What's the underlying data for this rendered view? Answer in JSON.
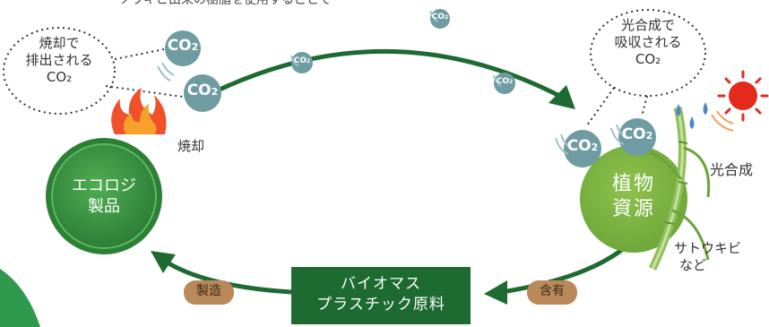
{
  "top_caption": "ソウキビ由来の樹脂を使用することで",
  "co2_mark": "CO",
  "co2_sub": "2",
  "burn_bubble": {
    "line1": "焼却で",
    "line2": "排出される",
    "line3": "CO₂"
  },
  "absorb_bubble": {
    "line1": "光合成で",
    "line2": "吸収される",
    "line3": "CO₂"
  },
  "burn_label": "焼却",
  "eco_circle": {
    "line1": "エコロジ",
    "line2": "製品"
  },
  "plant_circle": {
    "line1": "植物",
    "line2": "資源"
  },
  "photosynthesis_label": "光合成",
  "sugarcane_label": {
    "line1": "サトウキビ",
    "line2": "など"
  },
  "manufacture_pill": "製造",
  "contain_pill": "含有",
  "material_box": {
    "line1": "バイオマス",
    "line2": "プラスチック原料"
  },
  "colors": {
    "dark_green": "#1e6b32",
    "circle_green": "#3f9a46",
    "plant_green": "#7cb341",
    "co2_teal": "#6f9ca3",
    "pill_brown": "#b9895a",
    "sun_red": "#e32a1c"
  }
}
